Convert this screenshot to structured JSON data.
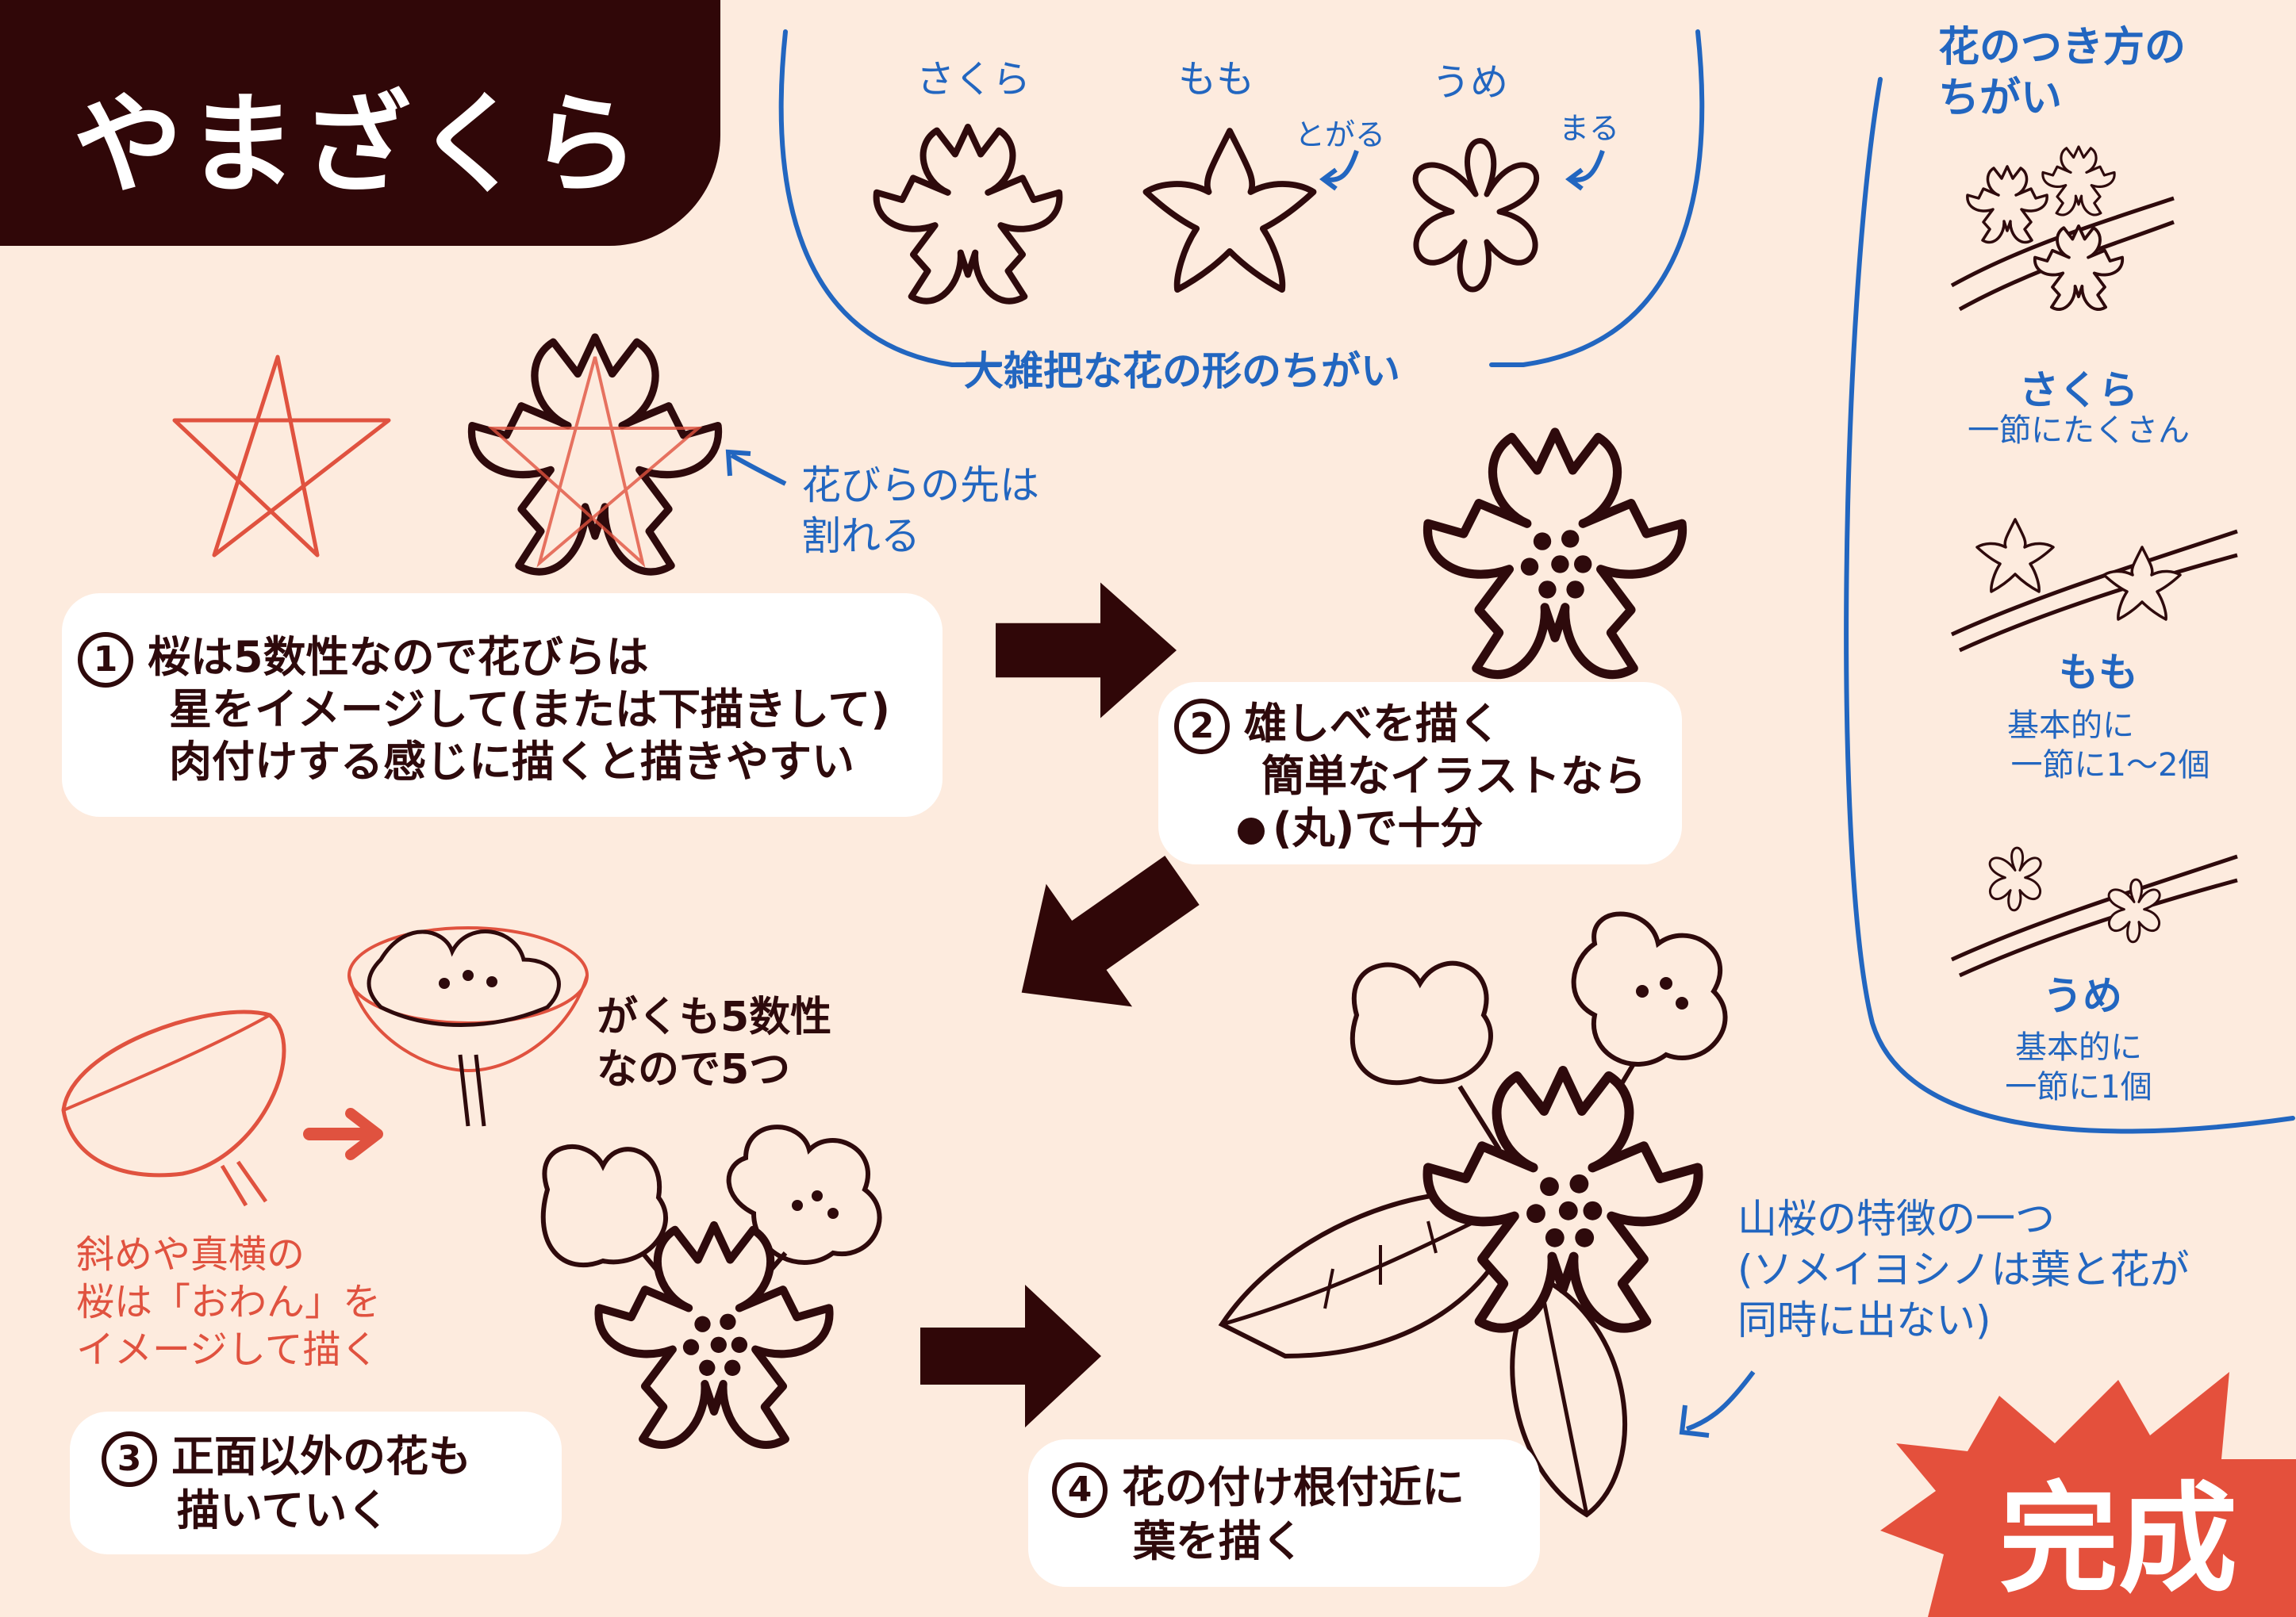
{
  "title": "やまざくら",
  "shape_section": {
    "labels": [
      "さくら",
      "もも",
      "うめ"
    ],
    "pointed_note": "とがる",
    "round_note": "まる",
    "caption": "大雑把な花の形のちがい"
  },
  "petal_note": [
    "花びらの先は",
    "割れる"
  ],
  "step1": {
    "number": "1",
    "lines": [
      "桜は5数性なので花びらは",
      "星をイメージして(または下描きして)",
      "肉付けする感じに描くと描きやすい"
    ]
  },
  "step2": {
    "number": "2",
    "lines": [
      "雄しべを描く",
      "簡単なイラストなら",
      "(丸)で十分"
    ]
  },
  "sepal_note": [
    "がくも5数性",
    "なので5つ"
  ],
  "bowl_note": [
    "斜めや真横の",
    "桜は「おわん」を",
    "イメージして描く"
  ],
  "step3": {
    "number": "3",
    "lines": [
      "正面以外の花も",
      "描いていく"
    ]
  },
  "step4": {
    "number": "4",
    "lines": [
      "花の付け根付近に",
      "葉を描く"
    ]
  },
  "yamazakura_note": [
    "山桜の特徴の一つ",
    "(ソメイヨシノは葉と花が",
    "同時に出ない)"
  ],
  "complete_label": "完成",
  "attach_section": {
    "title": [
      "花のつき方の",
      "ちがい"
    ],
    "sakura": {
      "name": "さくら",
      "desc": [
        "一節にたくさん"
      ]
    },
    "momo": {
      "name": "もも",
      "desc": [
        "基本的に",
        "一節に1～2個"
      ]
    },
    "ume": {
      "name": "うめ",
      "desc": [
        "基本的に",
        "一節に1個"
      ]
    }
  },
  "colors": {
    "background": "#fdebde",
    "title_bar": "#300708",
    "ink": "#2e0a0c",
    "blue": "#2266c0",
    "red_sketch": "#e0523f",
    "burst": "#e4503c"
  }
}
